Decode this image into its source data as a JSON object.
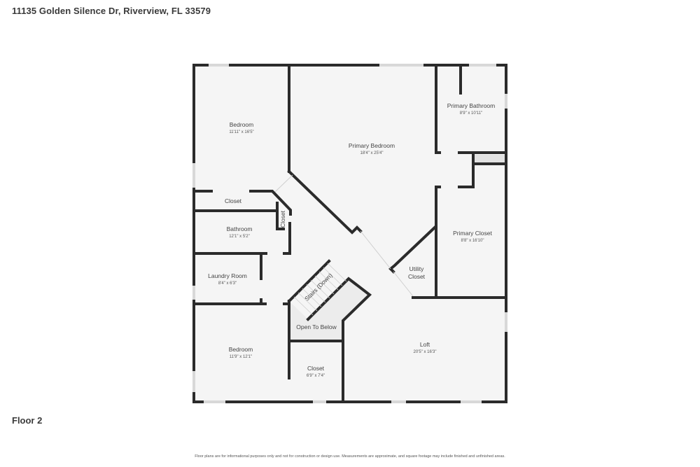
{
  "header": {
    "address": "11135 Golden Silence Dr, Riverview, FL 33579"
  },
  "floor": {
    "label": "Floor 2"
  },
  "rooms": [
    {
      "name": "Bedroom",
      "dims": "11'11\" x 16'5\""
    },
    {
      "name": "Primary Bedroom",
      "dims": "18'4\" x 25'4\""
    },
    {
      "name": "Primary Bathroom",
      "dims": "8'9\" x 10'11\""
    },
    {
      "name": "Closet",
      "dims": ""
    },
    {
      "name": "Closet",
      "dims": ""
    },
    {
      "name": "Bathroom",
      "dims": "12'1\" x 5'2\""
    },
    {
      "name": "Primary Closet",
      "dims": "8'8\" x 16'10\""
    },
    {
      "name": "Laundry Room",
      "dims": "8'4\" x 6'3\""
    },
    {
      "name": "Utility",
      "dims": "Closet"
    },
    {
      "name": "Stairs (Down)",
      "dims": ""
    },
    {
      "name": "Open To Below",
      "dims": ""
    },
    {
      "name": "Bedroom",
      "dims": "11'9\" x 12'1\""
    },
    {
      "name": "Closet",
      "dims": "6'9\" x 7'4\""
    },
    {
      "name": "Loft",
      "dims": "20'5\" x 16'3\""
    }
  ],
  "footer": {
    "disclaimer": "Floor plans are for informational purposes only and not for construction or design use. Measurements are approximate, and square footage may include finished and unfinished areas."
  },
  "colors": {
    "wall": "#2b2b2b",
    "floor": "#f5f5f5",
    "open_to_below": "#ececec",
    "window": "#d8d8d8"
  }
}
